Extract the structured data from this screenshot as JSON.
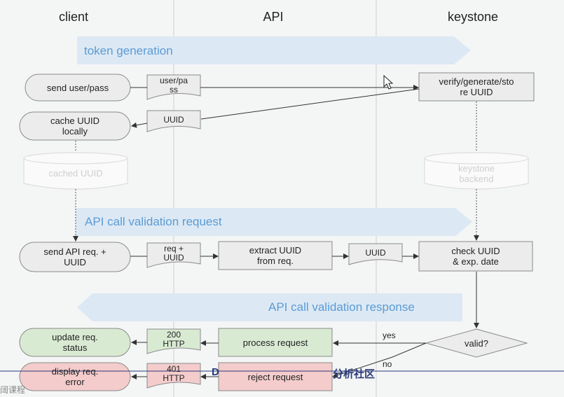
{
  "columns": {
    "client": "client",
    "api": "API",
    "keystone": "keystone"
  },
  "banners": {
    "token_generation": "token generation",
    "validation_request": "API call validation request",
    "validation_response": "API call validation response"
  },
  "nodes": {
    "send_user_pass": "send user/pass",
    "user_pass_doc": "user/pa\nss",
    "verify_generate_store": "verify/generate/sto\nre UUID",
    "cache_uuid": "cache UUID\nlocally",
    "uuid_doc_1": "UUID",
    "cached_uuid": "cached UUID",
    "keystone_backend": "keystone\nbackend",
    "send_api_req": "send API req. +\nUUID",
    "req_uuid_doc": "req +\nUUID",
    "extract_uuid": "extract UUID\nfrom req.",
    "uuid_doc_2": "UUID",
    "check_uuid": "check UUID\n& exp. date",
    "valid": "valid?",
    "process_request": "process request",
    "reject_request": "reject request",
    "http_200_doc": "200\nHTTP",
    "http_401_doc": "401\nHTTP",
    "update_req_status": "update req.\nstatus",
    "display_req_error": "display req.\nerror"
  },
  "edge_labels": {
    "yes": "yes",
    "no": "no"
  },
  "watermark": {
    "left": "D",
    "right": "分析社区",
    "corner": "阔课程"
  },
  "colors": {
    "banner": "#dce9f4",
    "banner_text": "#5b9bd5",
    "node_fill": "#ececec",
    "node_stroke": "#8a8a8a",
    "success_fill": "#d9ead3",
    "error_fill": "#f4cccc"
  }
}
